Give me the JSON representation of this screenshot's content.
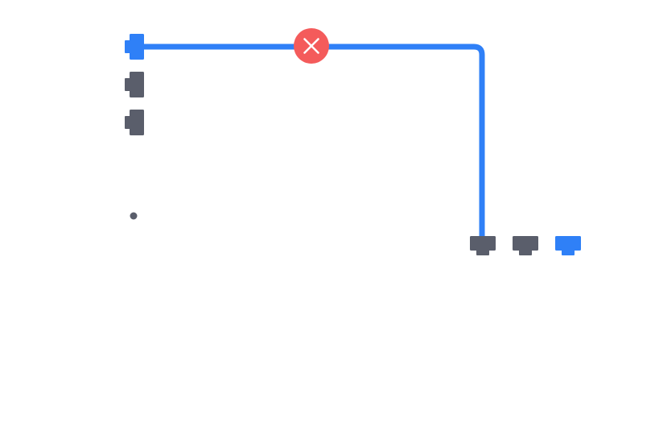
{
  "colors": {
    "background": "#ffffff",
    "active": "#2f80f7",
    "inactive": "#5a5e6b",
    "danger": "#f45b5b",
    "delete_glyph": "#ffffff"
  },
  "wire": {
    "state": "connected",
    "from": "left-port-1",
    "to": "bottom-port-1",
    "delete_icon": "close-icon"
  },
  "left_ports": [
    {
      "id": "left-port-1",
      "state": "active"
    },
    {
      "id": "left-port-2",
      "state": "inactive"
    },
    {
      "id": "left-port-3",
      "state": "inactive"
    }
  ],
  "bottom_ports": [
    {
      "id": "bottom-port-1",
      "state": "inactive"
    },
    {
      "id": "bottom-port-2",
      "state": "inactive"
    },
    {
      "id": "bottom-port-3",
      "state": "active"
    }
  ],
  "anchor_dot": {
    "state": "inactive"
  }
}
